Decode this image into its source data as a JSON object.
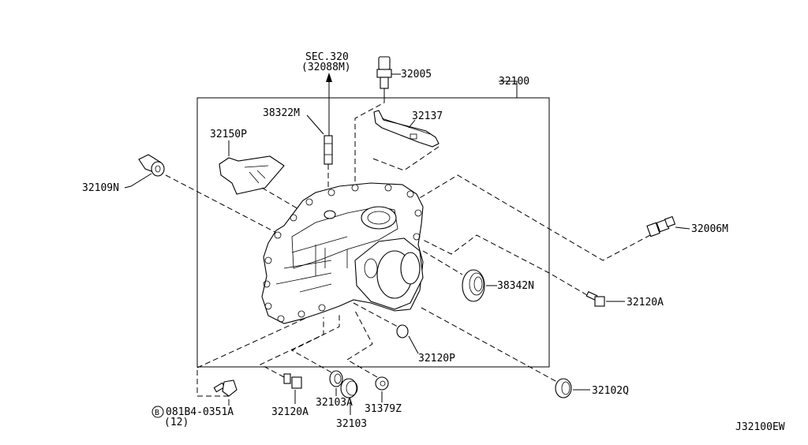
{
  "diagram": {
    "sec_ref_line1": "SEC.320",
    "sec_ref_line2": "(32088M)",
    "labels": {
      "p32005": "32005",
      "p32100": "32100",
      "p38322M": "38322M",
      "p32137": "32137",
      "p32150P": "32150P",
      "p32109N": "32109N",
      "p32006M": "32006M",
      "p38342N": "38342N",
      "p32120A_right": "32120A",
      "p32120P": "32120P",
      "p32102Q": "32102Q",
      "p081B4": "081B4-0351A",
      "p081B4_qty": "(12)",
      "p081B4_prefix": "B",
      "p32120A_bottom": "32120A",
      "p32103A": "32103A",
      "p32103": "32103",
      "p31379Z": "31379Z"
    },
    "drawing_number": "J32100EW"
  }
}
